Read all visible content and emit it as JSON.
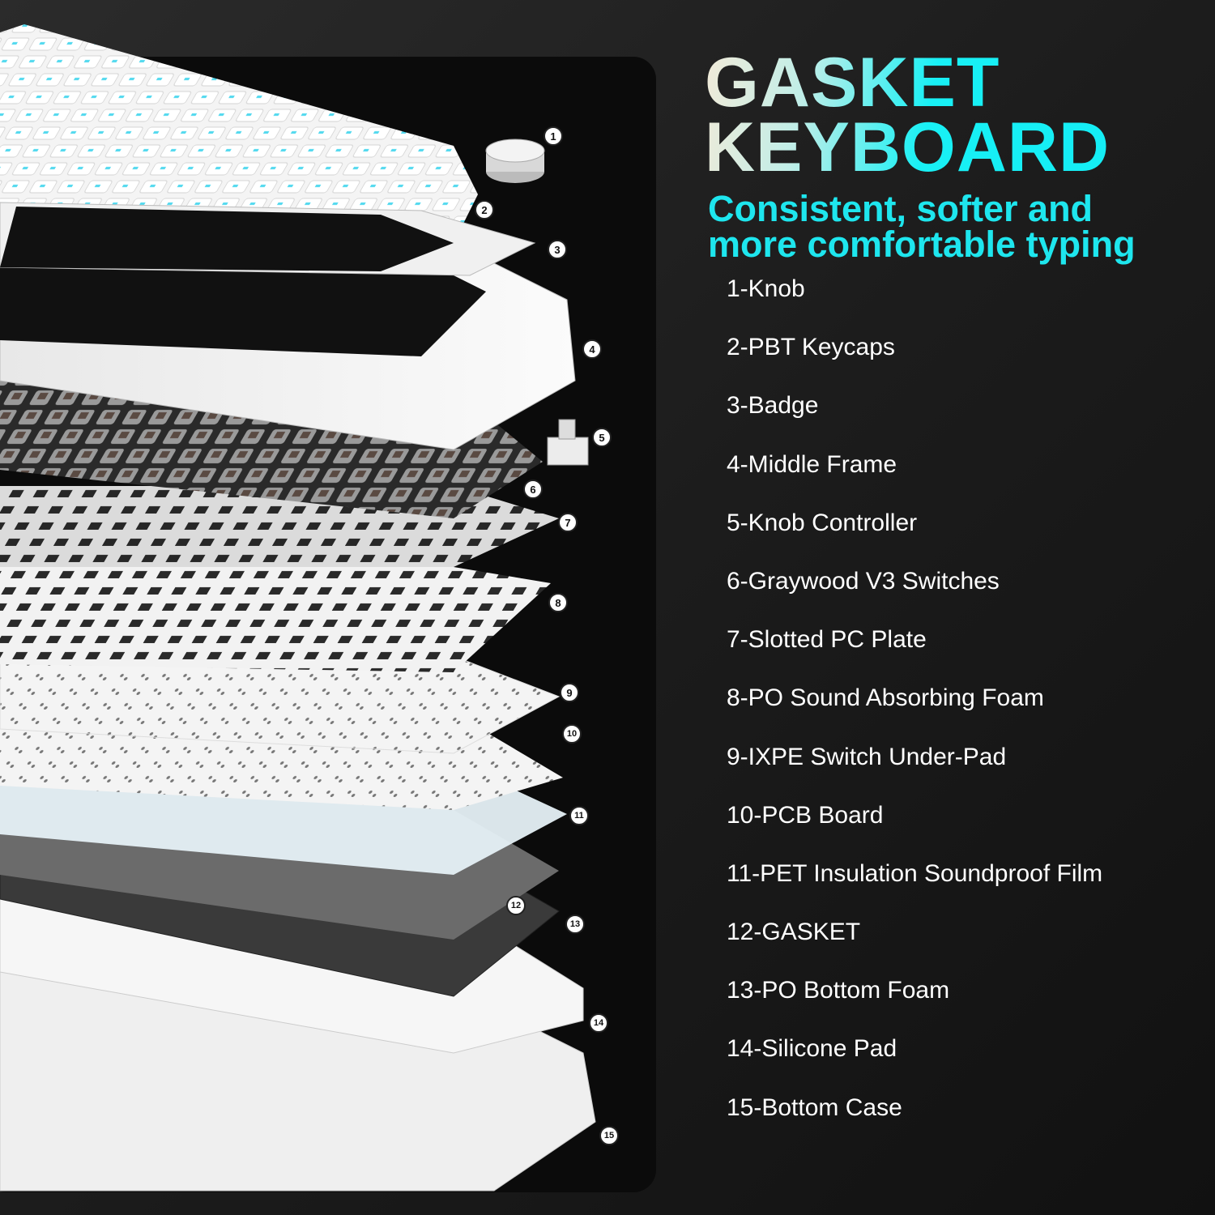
{
  "header": {
    "title_line1": "GASKET",
    "title_line2": "KEYBOARD",
    "subtitle_line1": "Consistent, softer and",
    "subtitle_line2": "more comfortable typing"
  },
  "parts": [
    "1-Knob",
    "2-PBT Keycaps",
    "3-Badge",
    "4-Middle Frame",
    "5-Knob Controller",
    "6-Graywood V3 Switches",
    "7-Slotted PC Plate",
    "8-PO Sound Absorbing Foam",
    "9-IXPE Switch Under-Pad",
    "10-PCB Board",
    "11-PET Insulation Soundproof Film",
    "12-GASKET",
    "13-PO Bottom Foam",
    "14-Silicone Pad",
    "15-Bottom Case"
  ],
  "badges": [
    "1",
    "2",
    "3",
    "4",
    "5",
    "6",
    "7",
    "8",
    "9",
    "10",
    "11",
    "12",
    "13",
    "14",
    "15"
  ],
  "colors": {
    "accent": "#1ee6ee",
    "background": "#1c1c1c",
    "panel": "#0b0b0b"
  }
}
